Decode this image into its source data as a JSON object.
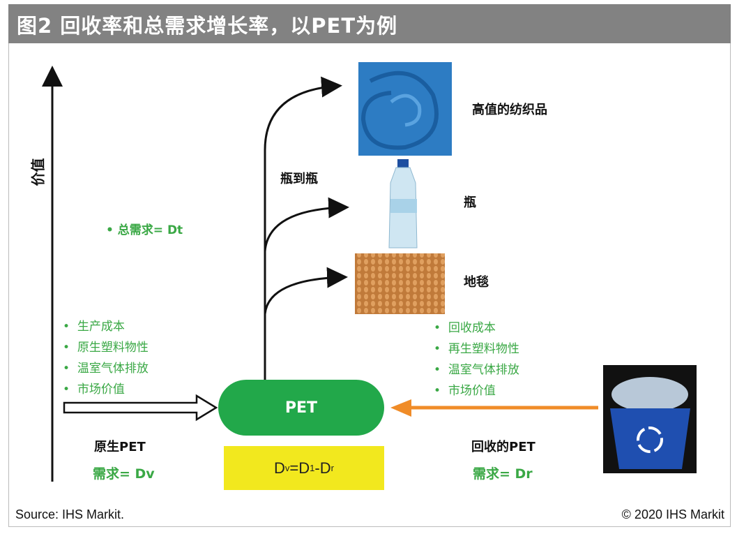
{
  "title": "图2 回收率和总需求增长率，以PET为例",
  "y_axis_label": "价值",
  "total_demand": "• 总需求= Dt",
  "bottle_to_bottle": "瓶到瓶",
  "products": [
    {
      "label": "高值的纺织品"
    },
    {
      "label": "瓶"
    },
    {
      "label": "地毯"
    }
  ],
  "virgin_factors": [
    "生产成本",
    "原生塑料物性",
    "温室气体排放",
    "市场价值"
  ],
  "recycled_factors": [
    "回收成本",
    "再生塑料物性",
    "温室气体排放",
    "市场价值"
  ],
  "pet_label": "PET",
  "formula": {
    "d1": "D",
    "s1": "v",
    "eq": "=D",
    "s2": "1",
    "minus": "-D",
    "s3": "r"
  },
  "virgin": {
    "label": "原生PET",
    "demand": "需求= Dv"
  },
  "recycled": {
    "label": "回收的PET",
    "demand": "需求= Dr"
  },
  "source": "Source: IHS Markit.",
  "copyright": "© 2020 IHS Markit",
  "colors": {
    "green": "#22a84a",
    "orange": "#f08c28",
    "yellow": "#f2e81e",
    "title_bg": "#828282"
  }
}
